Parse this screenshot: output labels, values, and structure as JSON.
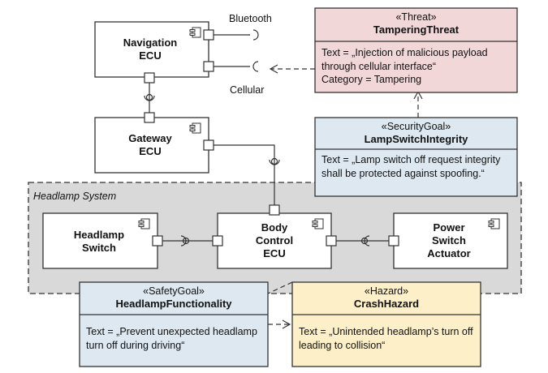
{
  "colors": {
    "threat_fill": "#f2d7d9",
    "security_fill": "#dde8f0",
    "safety_fill": "#dde8f0",
    "hazard_fill": "#fdefc7",
    "group_fill": "#d9d9d9",
    "stroke": "#333333"
  },
  "components": {
    "navigation": "Navigation\nECU",
    "gateway": "Gateway\nECU",
    "headlamp_switch": "Headlamp\nSwitch",
    "body_control": "Body\nControl\nECU",
    "power_switch": "Power\nSwitch\nActuator"
  },
  "interfaces": {
    "bluetooth": "Bluetooth",
    "cellular": "Cellular"
  },
  "group": {
    "label": "Headlamp System"
  },
  "threat": {
    "stereotype": "«Threat»",
    "name": "TamperingThreat",
    "body": "Text = „Injection of malicious payload through cellular interface“\nCategory = Tampering"
  },
  "security_goal": {
    "stereotype": "«SecurityGoal»",
    "name": "LampSwitchIntegrity",
    "body": "Text = „Lamp switch off request integrity shall be protected against spoofing.“"
  },
  "safety_goal": {
    "stereotype": "«SafetyGoal»",
    "name": "HeadlampFunctionality",
    "body": "Text = „Prevent unexpected headlamp turn off during driving“"
  },
  "hazard": {
    "stereotype": "«Hazard»",
    "name": "CrashHazard",
    "body": "Text = „Unintended headlamp’s turn off leading to collision“"
  }
}
